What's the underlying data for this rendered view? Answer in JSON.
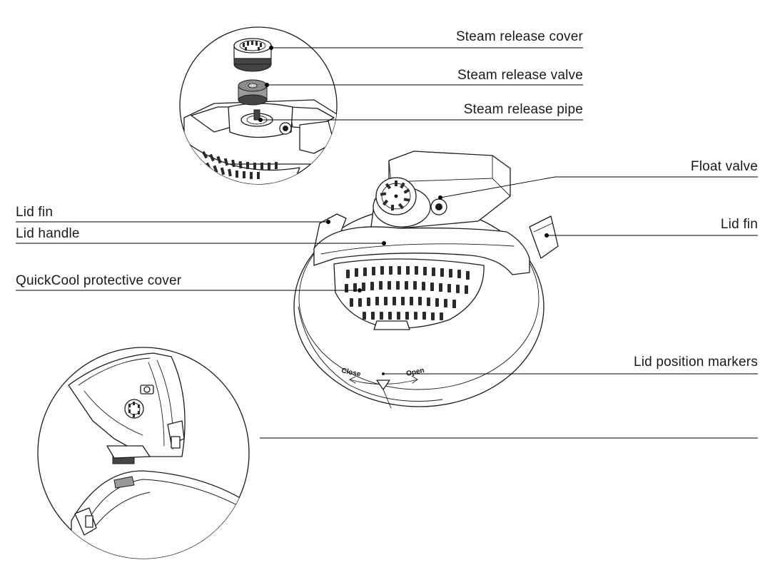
{
  "labels": {
    "steam_release_cover": "Steam release cover",
    "steam_release_valve": "Steam release valve",
    "steam_release_pipe": "Steam release pipe",
    "float_valve": "Float valve",
    "lid_fin_left": "Lid fin",
    "lid_fin_right": "Lid fin",
    "lid_handle": "Lid handle",
    "quickcool_cover": "QuickCool protective cover",
    "lid_position_markers": "Lid position markers"
  },
  "markers": {
    "close": "Close",
    "open": "Open"
  }
}
